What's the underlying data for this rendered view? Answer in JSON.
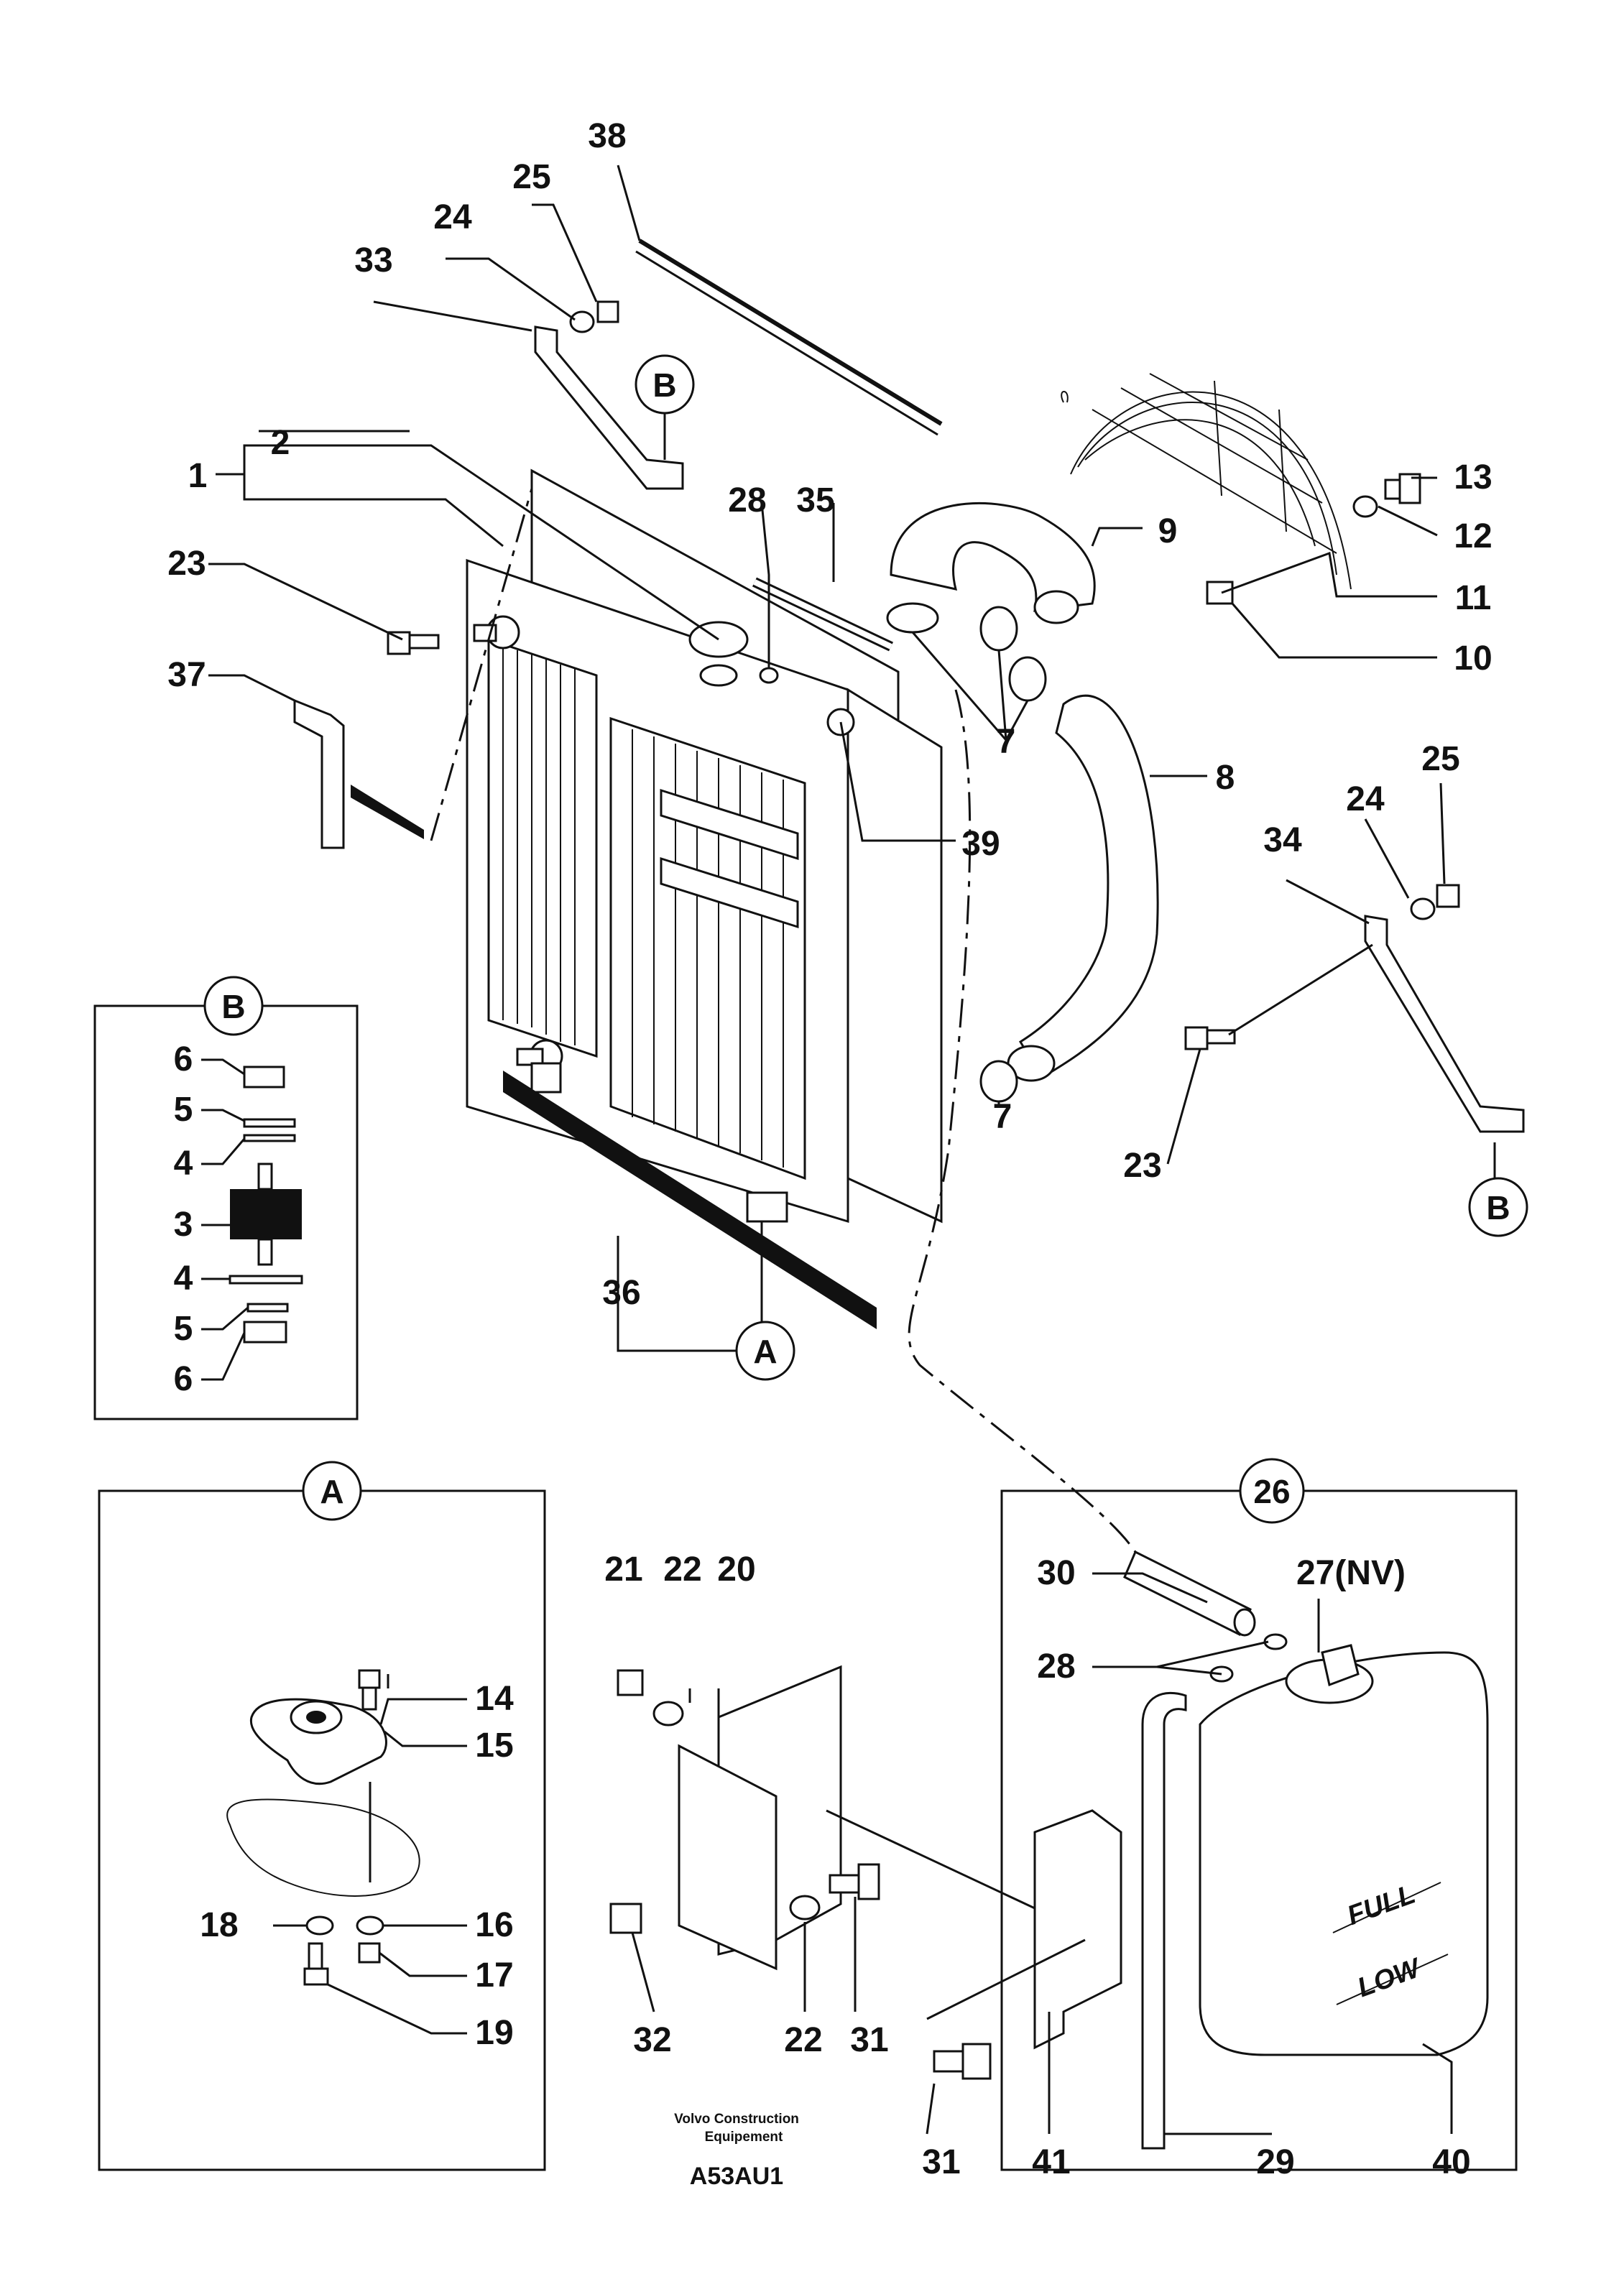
{
  "labels": {
    "l1": "1",
    "l2": "2",
    "l3": "3",
    "l4a": "4",
    "l4b": "4",
    "l5a": "5",
    "l5b": "5",
    "l6a": "6",
    "l6b": "6",
    "l7a": "7",
    "l7b": "7",
    "l8": "8",
    "l9": "9",
    "l10": "10",
    "l11": "11",
    "l12": "12",
    "l13": "13",
    "l14": "14",
    "l15": "15",
    "l16": "16",
    "l17": "17",
    "l18": "18",
    "l19": "19",
    "l20": "20",
    "l21": "21",
    "l22a": "22",
    "l22b": "22",
    "l23a": "23",
    "l23b": "23",
    "l24a": "24",
    "l24b": "24",
    "l25a": "25",
    "l25b": "25",
    "l27": "27(NV)",
    "l28a": "28",
    "l28b": "28",
    "l29": "29",
    "l30": "30",
    "l31a": "31",
    "l31b": "31",
    "l32": "32",
    "l33": "33",
    "l34": "34",
    "l35": "35",
    "l36": "36",
    "l37": "37",
    "l38": "38",
    "l39": "39",
    "l40": "40",
    "l41": "41"
  },
  "callouts": {
    "b_top": "B",
    "b_right": "B",
    "b_box": "B",
    "a_main": "A",
    "a_box": "A",
    "c26": "26"
  },
  "tank": {
    "full": "FULL",
    "low": "LOW"
  },
  "footer": {
    "maker_line1": "Volvo Construction",
    "maker_line2": "Equipement",
    "code": "A53AU1"
  }
}
